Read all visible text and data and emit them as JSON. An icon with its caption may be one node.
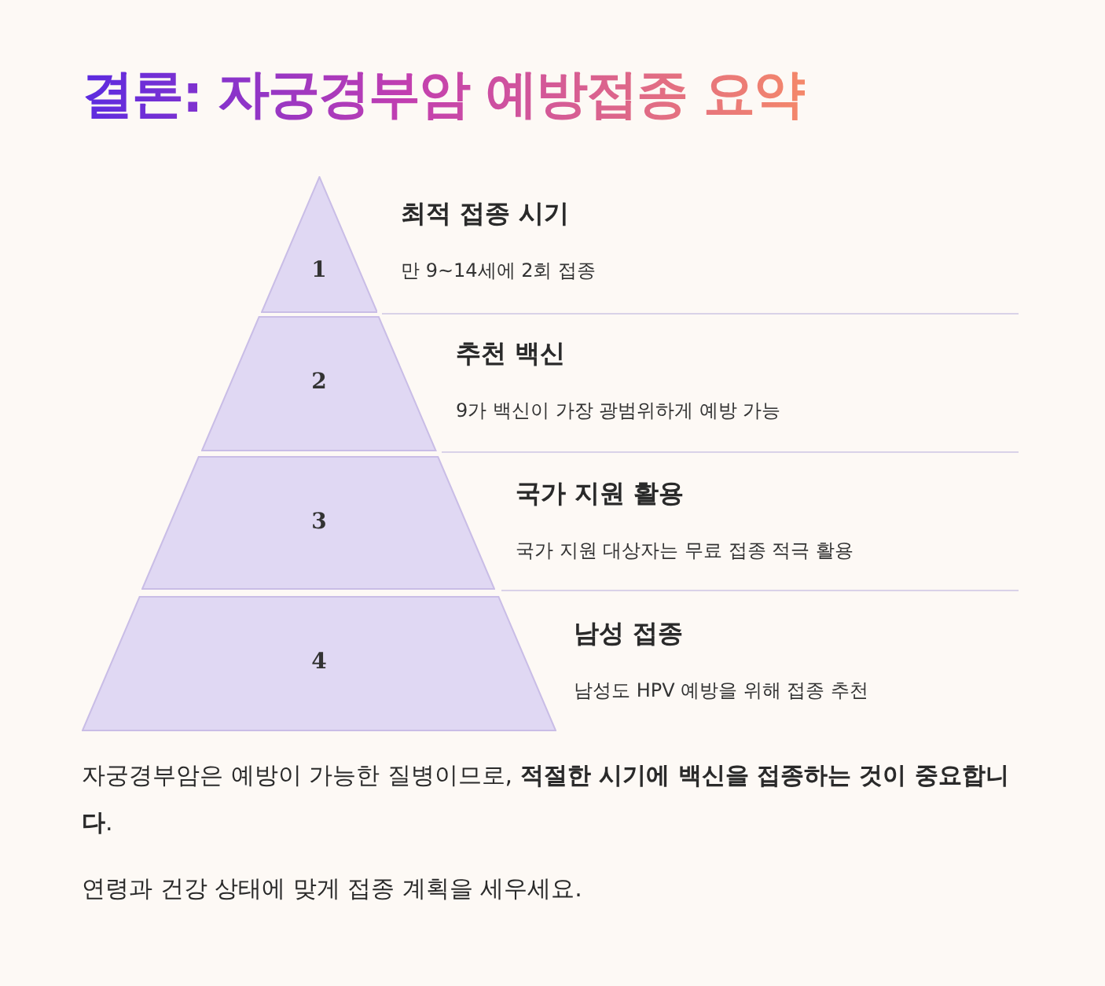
{
  "diagram": {
    "title": "결론: 자궁경부암 예방접종 요약",
    "nodes": [
      {
        "text": [
          "1"
        ],
        "beside": [
          "최적 접종 시기",
          "만 9~14세에 2회 접종"
        ]
      },
      {
        "text": [
          "2"
        ],
        "beside": [
          "추천 백신",
          "9가 백신이 가장 광범위하게 예방 가능"
        ]
      },
      {
        "text": [
          "3"
        ],
        "beside": [
          "국가 지원 활용",
          "국가 지원 대상자는 무료 접종 적극 활용"
        ]
      },
      {
        "text": [
          "4"
        ],
        "beside": [
          "남성 접종",
          "남성도 HPV 예방을 위해 접종 추천"
        ]
      }
    ],
    "edges": [],
    "labels": [
      "자궁경부암은 예방이 가능한 질병이므로, **적절한 시기에 백신을 접종하는 것이 중요합니다**.",
      "연령과 건강 상태에 맞게 접종 계획을 세우세요."
    ]
  }
}
